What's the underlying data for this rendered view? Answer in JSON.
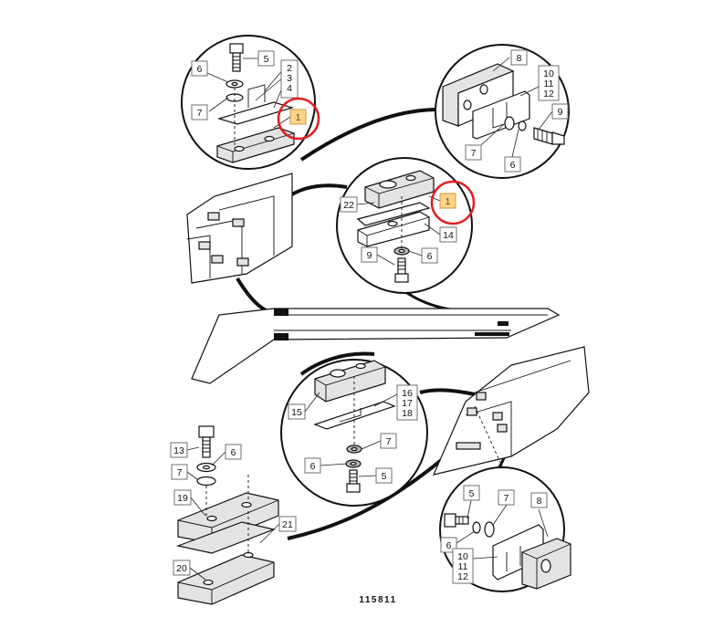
{
  "drawing_number": "115811",
  "callouts": {
    "top_left": {
      "labels": [
        "5",
        "6",
        "2",
        "3",
        "4",
        "7",
        "1"
      ]
    },
    "top_right": {
      "labels": [
        "8",
        "10",
        "11",
        "12",
        "9",
        "7",
        "6"
      ]
    },
    "middle": {
      "labels": [
        "22",
        "1",
        "14",
        "9",
        "6"
      ]
    },
    "center_lower": {
      "labels": [
        "15",
        "16",
        "17",
        "18",
        "7",
        "6",
        "5"
      ]
    },
    "bottom_left": {
      "labels": [
        "13",
        "6",
        "7",
        "19",
        "21",
        "20"
      ]
    },
    "bottom_right": {
      "labels": [
        "5",
        "7",
        "8",
        "6",
        "10",
        "11",
        "12"
      ]
    }
  },
  "highlighted_label": "1",
  "colors": {
    "highlight_fill": "#fbd38a",
    "marker": "#e02020",
    "ink": "#111111"
  }
}
